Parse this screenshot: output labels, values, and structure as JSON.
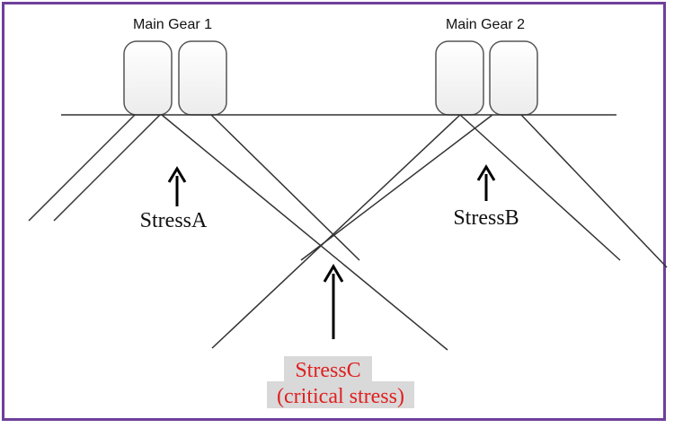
{
  "labels": {
    "gear_1": "Main Gear 1",
    "gear_2": "Main Gear 2",
    "stress_a": "StressA",
    "stress_b": "StressB",
    "stress_c": "StressC",
    "stress_c_note": "(critical stress)"
  },
  "colors": {
    "frame_border": "#6f3f9a",
    "line": "#333333",
    "arrow": "#000000",
    "tire_fill": "#f7f7f7",
    "tire_stroke": "#555555",
    "critical_text": "#e02020",
    "critical_highlight": "#d9d9d9"
  }
}
